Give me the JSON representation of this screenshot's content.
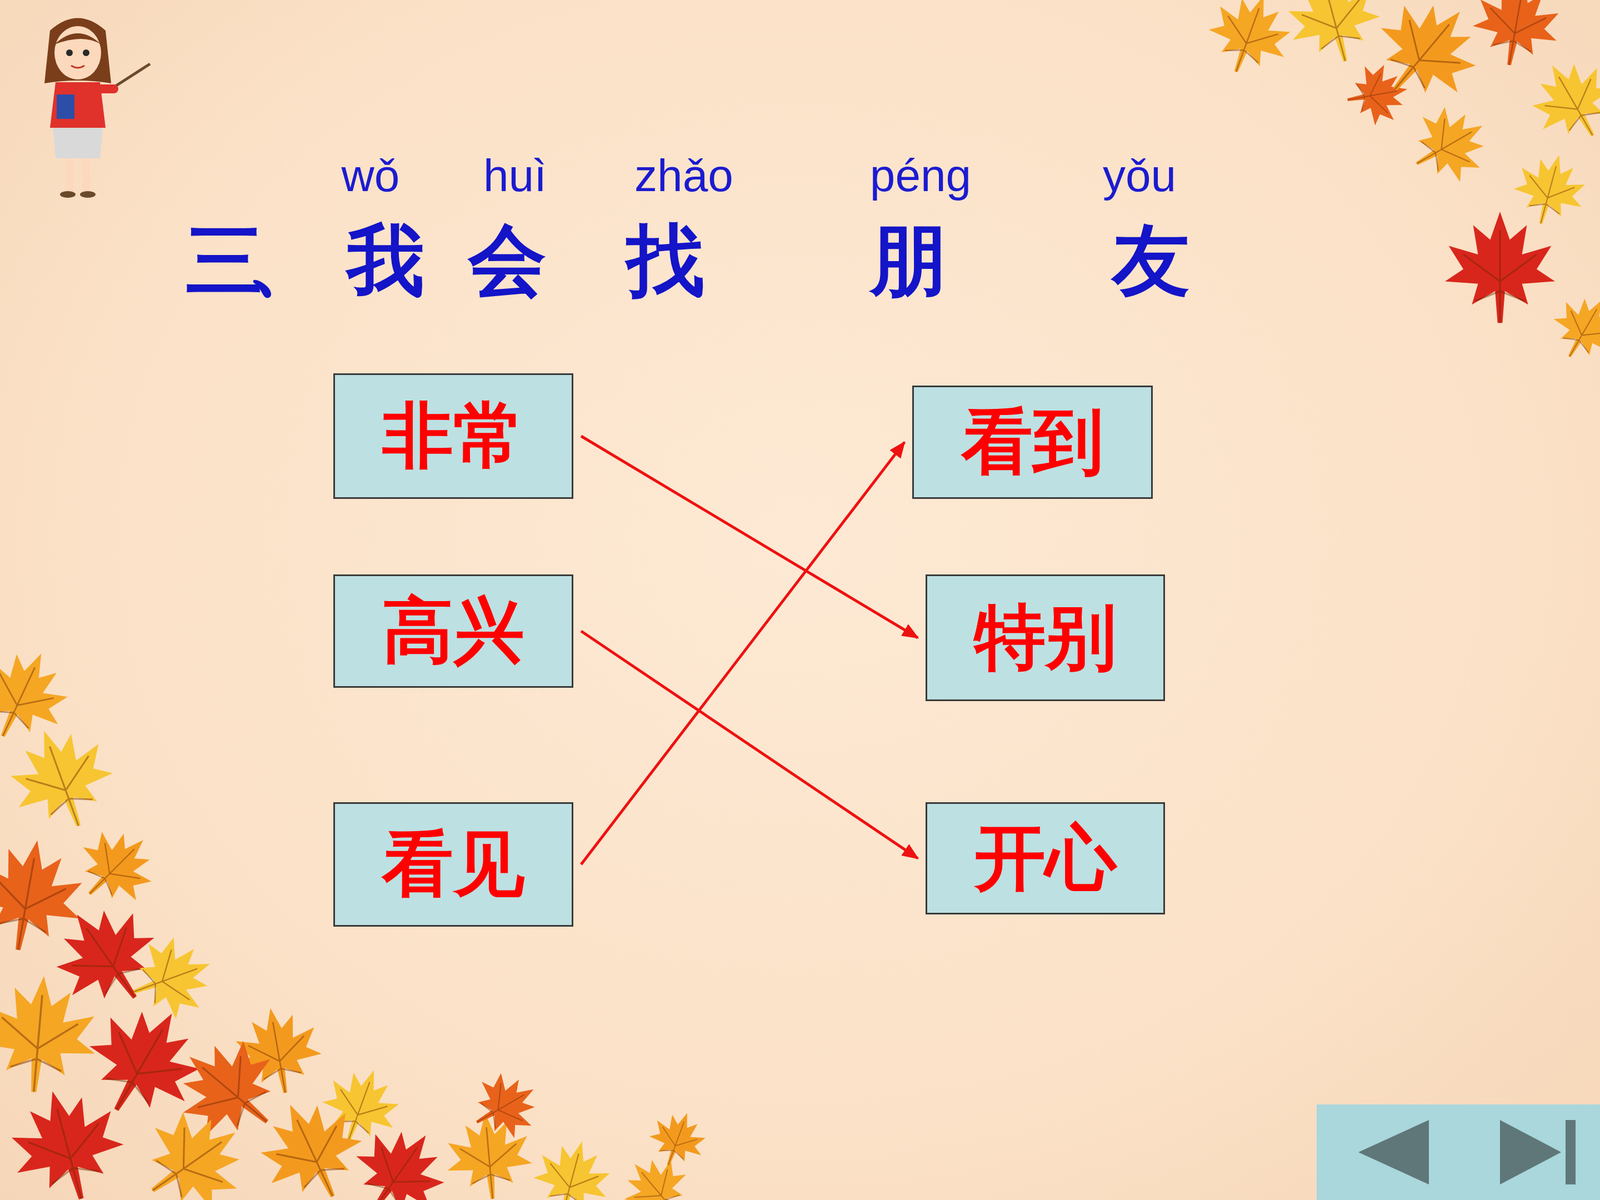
{
  "diagram": {
    "title": "三、我会找朋友",
    "nodes": [
      {
        "text": [
          "非常"
        ]
      },
      {
        "text": [
          "看到"
        ]
      },
      {
        "text": [
          "高兴"
        ]
      },
      {
        "text": [
          "特别"
        ]
      },
      {
        "text": [
          "看见"
        ]
      },
      {
        "text": [
          "开心"
        ]
      }
    ],
    "edges": [
      {
        "from": 0,
        "to": 3,
        "arrow": "to"
      },
      {
        "from": 2,
        "to": 5,
        "arrow": "to"
      },
      {
        "from": 4,
        "to": 1,
        "arrow": "to"
      }
    ],
    "labels": [
      "wǒ",
      "huì",
      "zhǎo",
      "péng",
      "yǒu"
    ]
  }
}
